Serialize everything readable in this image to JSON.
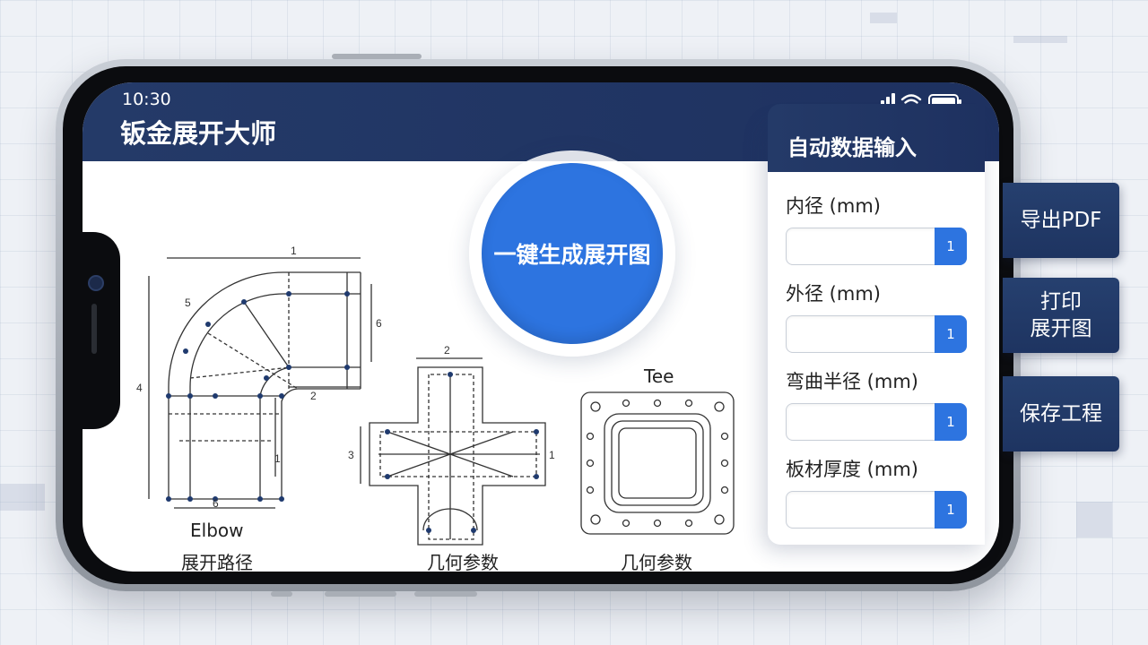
{
  "status_bar": {
    "time": "10:30"
  },
  "app": {
    "title": "钣金展开大师"
  },
  "main": {
    "generate_button": "一键生成展开图",
    "drawings": [
      {
        "label": "Elbow",
        "caption": "展开路径",
        "dims": [
          "1",
          "5",
          "6",
          "2",
          "4",
          "1",
          "6"
        ]
      },
      {
        "caption": "几何参数",
        "dims": [
          "2",
          "3",
          "1"
        ]
      },
      {
        "label": "Tee",
        "caption": "几何参数"
      }
    ]
  },
  "input_panel": {
    "title": "自动数据输入",
    "fields": [
      {
        "label": "内径 (mm)",
        "value": "",
        "stepper": "1"
      },
      {
        "label": "外径 (mm)",
        "value": "",
        "stepper": "1"
      },
      {
        "label": "弯曲半径 (mm)",
        "value": "",
        "stepper": "1"
      },
      {
        "label": "板材厚度 (mm)",
        "value": "",
        "stepper": "1"
      }
    ]
  },
  "side_actions": [
    {
      "label": "导出PDF"
    },
    {
      "label": "打印\n展开图"
    },
    {
      "label": "保存工程"
    }
  ],
  "colors": {
    "header": "#243a68",
    "accent_blue": "#2d74e0",
    "side_button": "#26406f"
  }
}
